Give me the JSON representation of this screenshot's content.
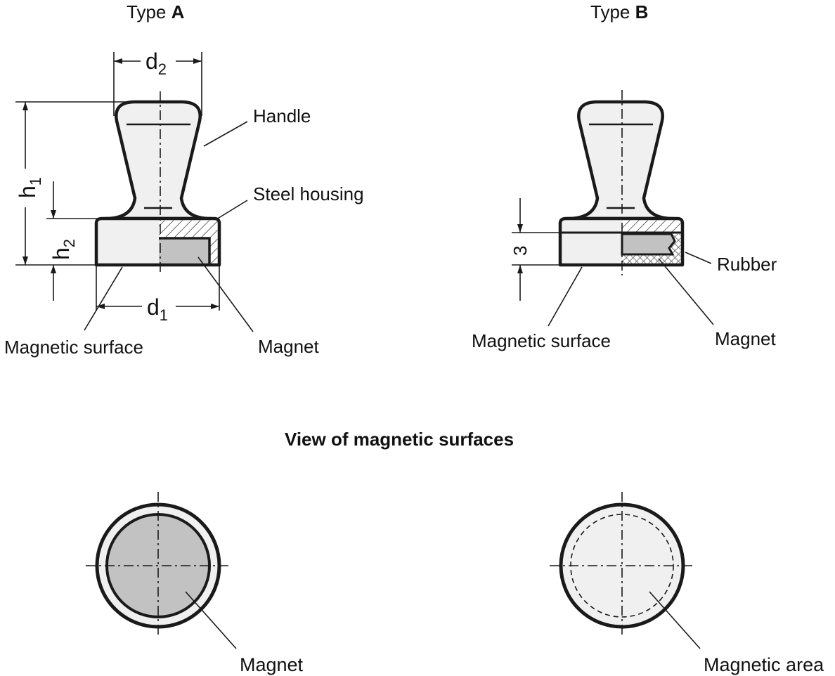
{
  "colors": {
    "outline": "#1a1a1a",
    "body_fill": "#f0f0f0",
    "magnet_fill": "#c2c2c2",
    "background": "#ffffff"
  },
  "type_a": {
    "title_prefix": "Type ",
    "title_letter": "A",
    "labels": {
      "handle": "Handle",
      "steel_housing": "Steel housing",
      "magnetic_surface": "Magnetic surface",
      "magnet": "Magnet"
    },
    "dimensions": {
      "d2": "d",
      "d2_sub": "2",
      "d1": "d",
      "d1_sub": "1",
      "h1": "h",
      "h1_sub": "1",
      "h2": "h",
      "h2_sub": "2"
    }
  },
  "type_b": {
    "title_prefix": "Type ",
    "title_letter": "B",
    "labels": {
      "rubber": "Rubber",
      "magnetic_surface": "Magnetic surface",
      "magnet": "Magnet"
    },
    "dimensions": {
      "rubber_height": "3"
    }
  },
  "surfaces_view": {
    "title": "View of magnetic surfaces",
    "left_label": "Magnet",
    "right_label": "Magnetic area"
  }
}
